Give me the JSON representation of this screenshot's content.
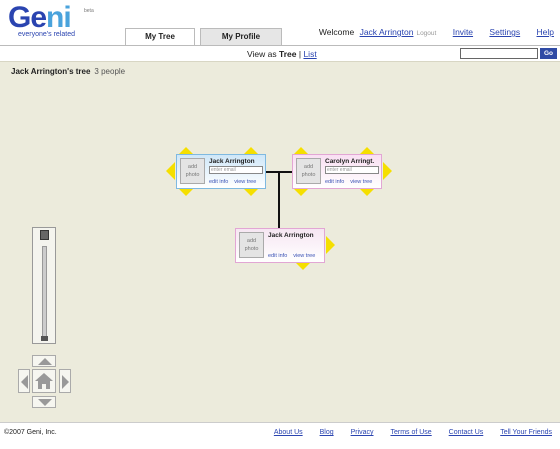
{
  "logo": {
    "text_a": "Ge",
    "text_b": "ni",
    "tagline": "everyone's related",
    "beta": "beta"
  },
  "tabs": [
    {
      "label": "My Tree"
    },
    {
      "label": "My Profile"
    }
  ],
  "header": {
    "welcome": "Welcome",
    "user": "Jack Arrington",
    "logout": "Logout",
    "invite": "Invite",
    "settings": "Settings",
    "help": "Help"
  },
  "subbar": {
    "view_as": "View as",
    "tree": "Tree",
    "separator": "|",
    "list": "List",
    "go": "Go"
  },
  "tree": {
    "title": "Jack Arrington's tree",
    "count": "3 people"
  },
  "people": [
    {
      "name": "Jack Arrington",
      "photo": "add photo",
      "email_placeholder": "enter email",
      "edit": "edit info",
      "view": "view tree"
    },
    {
      "name": "Carolyn Arringt.",
      "photo": "add photo",
      "email_placeholder": "enter email",
      "edit": "edit info",
      "view": "view tree"
    },
    {
      "name": "Jack Arrington",
      "photo": "add photo",
      "edit": "edit info",
      "view": "view tree"
    }
  ],
  "colors": {
    "brand": "#2a44b0",
    "male": "#7fb9e0",
    "female": "#e2a6d4",
    "arrow": "#f5df00",
    "canvas": "#ecebdc"
  },
  "icons": {
    "home": "home-icon"
  },
  "footer": {
    "copyright": "©2007 Geni, Inc.",
    "links": [
      "About Us",
      "Blog",
      "Privacy",
      "Terms of Use",
      "Contact Us",
      "Tell Your Friends"
    ]
  }
}
